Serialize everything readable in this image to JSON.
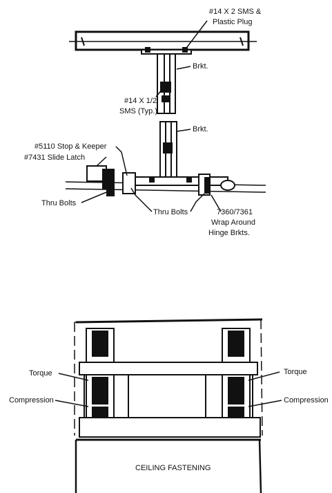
{
  "top_diagram": {
    "labels": {
      "screws_plug_1": "#14  X 2 SMS &",
      "screws_plug_2": "Plastic Plug",
      "bracket_upper": "Brkt.",
      "sms_typ_1": "#14 X 1/2",
      "sms_typ_2": "SMS (Typ.)",
      "bracket_lower": "Brkt.",
      "stop_keeper": "#5110 Stop & Keeper",
      "slide_latch": "#7431 Slide Latch",
      "thru_bolts_left": "Thru Bolts",
      "thru_bolts_center": "Thru Bolts",
      "hinge_1": "7360/7361",
      "hinge_2": "Wrap Around",
      "hinge_3": "Hinge Brkts."
    }
  },
  "bottom_diagram": {
    "labels": {
      "torque_left": "Torque",
      "compression_left": "Compression",
      "torque_right": "Torque",
      "compression_right": "Compression",
      "ceiling": "CEILING FASTENING"
    }
  }
}
